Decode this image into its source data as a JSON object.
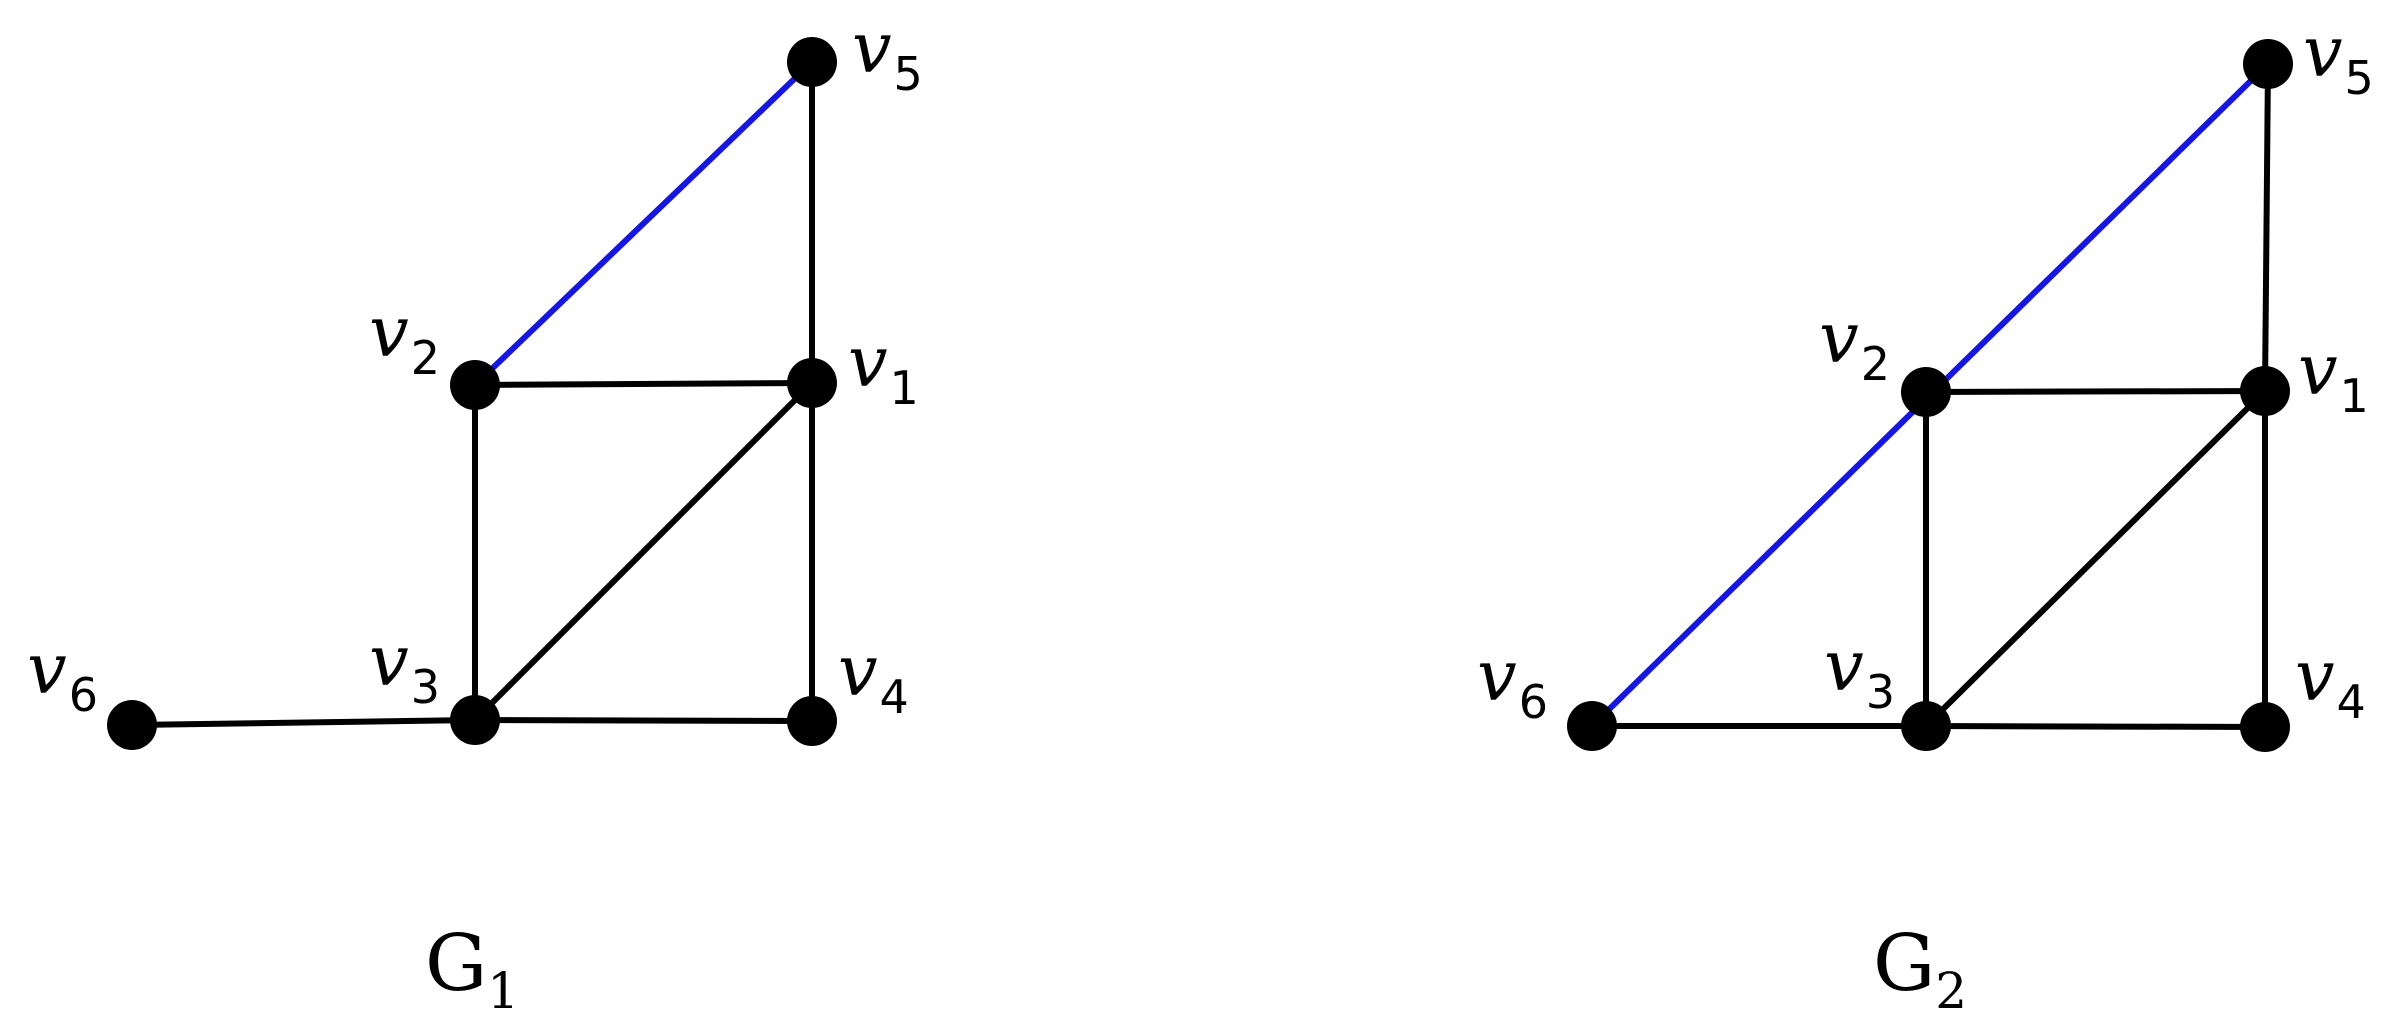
{
  "colors": {
    "edge": "#000000",
    "highlight": "#1515e6",
    "node": "#000000"
  },
  "graphs": [
    {
      "name": "G1",
      "title": {
        "main": "G",
        "sub": "1"
      },
      "vertices": [
        {
          "id": "v1",
          "label": {
            "main": "v",
            "sub": "1"
          }
        },
        {
          "id": "v2",
          "label": {
            "main": "v",
            "sub": "2"
          }
        },
        {
          "id": "v3",
          "label": {
            "main": "v",
            "sub": "3"
          }
        },
        {
          "id": "v4",
          "label": {
            "main": "v",
            "sub": "4"
          }
        },
        {
          "id": "v5",
          "label": {
            "main": "v",
            "sub": "5"
          }
        },
        {
          "id": "v6",
          "label": {
            "main": "v",
            "sub": "6"
          }
        }
      ],
      "edges": [
        {
          "from": "v2",
          "to": "v5",
          "highlight": true
        },
        {
          "from": "v1",
          "to": "v5",
          "highlight": false
        },
        {
          "from": "v2",
          "to": "v1",
          "highlight": false
        },
        {
          "from": "v2",
          "to": "v3",
          "highlight": false
        },
        {
          "from": "v3",
          "to": "v1",
          "highlight": false
        },
        {
          "from": "v1",
          "to": "v4",
          "highlight": false
        },
        {
          "from": "v3",
          "to": "v4",
          "highlight": false
        },
        {
          "from": "v6",
          "to": "v3",
          "highlight": false
        }
      ]
    },
    {
      "name": "G2",
      "title": {
        "main": "G",
        "sub": "2"
      },
      "vertices": [
        {
          "id": "v1",
          "label": {
            "main": "v",
            "sub": "1"
          }
        },
        {
          "id": "v2",
          "label": {
            "main": "v",
            "sub": "2"
          }
        },
        {
          "id": "v3",
          "label": {
            "main": "v",
            "sub": "3"
          }
        },
        {
          "id": "v4",
          "label": {
            "main": "v",
            "sub": "4"
          }
        },
        {
          "id": "v5",
          "label": {
            "main": "v",
            "sub": "5"
          }
        },
        {
          "id": "v6",
          "label": {
            "main": "v",
            "sub": "6"
          }
        }
      ],
      "edges": [
        {
          "from": "v6",
          "to": "v5",
          "highlight": true
        },
        {
          "from": "v1",
          "to": "v5",
          "highlight": false
        },
        {
          "from": "v2",
          "to": "v1",
          "highlight": false
        },
        {
          "from": "v2",
          "to": "v3",
          "highlight": false
        },
        {
          "from": "v3",
          "to": "v1",
          "highlight": false
        },
        {
          "from": "v1",
          "to": "v4",
          "highlight": false
        },
        {
          "from": "v3",
          "to": "v4",
          "highlight": false
        },
        {
          "from": "v6",
          "to": "v3",
          "highlight": false
        }
      ]
    }
  ]
}
